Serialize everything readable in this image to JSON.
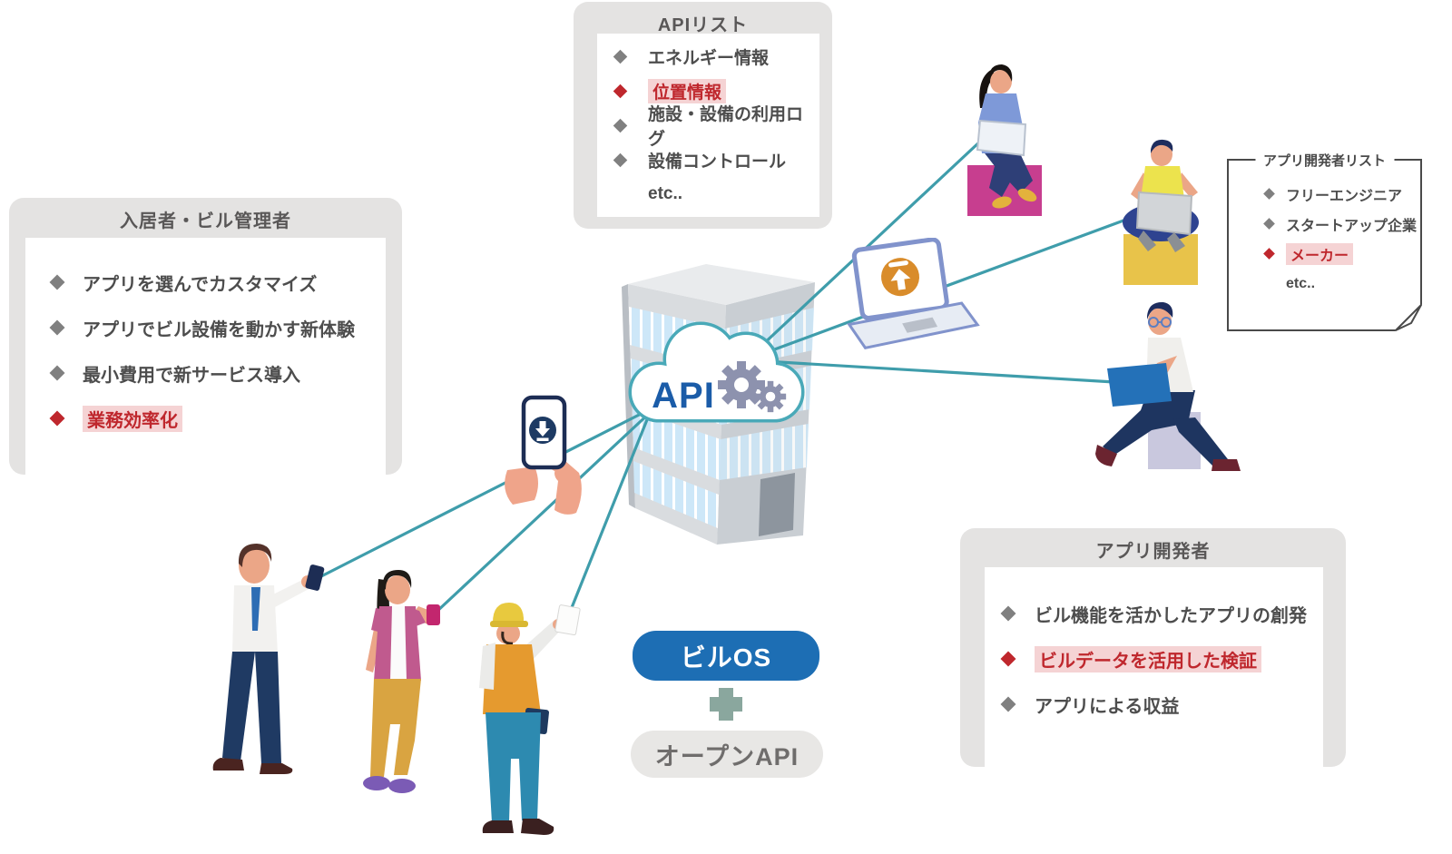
{
  "boxes": {
    "api_list": {
      "title": "APIリスト",
      "items": [
        {
          "label": "エネルギー情報",
          "highlighted": false
        },
        {
          "label": "位置情報",
          "highlighted": true
        },
        {
          "label": "施設・設備の利用ログ",
          "highlighted": false
        },
        {
          "label": "設備コントロール",
          "highlighted": false
        }
      ],
      "footer": "etc.."
    },
    "residents_managers": {
      "title": "入居者・ビル管理者",
      "items": [
        {
          "label": "アプリを選んでカスタマイズ",
          "highlighted": false
        },
        {
          "label": "アプリでビル設備を動かす新体験",
          "highlighted": false
        },
        {
          "label": "最小費用で新サービス導入",
          "highlighted": false
        },
        {
          "label": "業務効率化",
          "highlighted": true
        }
      ]
    },
    "developer_list": {
      "title": "アプリ開発者リスト",
      "items": [
        {
          "label": "フリーエンジニア",
          "highlighted": false
        },
        {
          "label": "スタートアップ企業",
          "highlighted": false
        },
        {
          "label": "メーカー",
          "highlighted": true
        }
      ],
      "footer": "etc.."
    },
    "app_developers": {
      "title": "アプリ開発者",
      "items": [
        {
          "label": "ビル機能を活かしたアプリの創発",
          "highlighted": false
        },
        {
          "label": "ビルデータを活用した検証",
          "highlighted": true
        },
        {
          "label": "アプリによる収益",
          "highlighted": false
        }
      ]
    }
  },
  "center": {
    "cloud_label": "API",
    "bill_os": "ビルOS",
    "plus": "+",
    "open_api": "オープンAPI"
  },
  "icons": {
    "cloud": "api-cloud",
    "gears": "gear-pair",
    "phone_screen": "download-arrow-circle",
    "laptop_screen": "upload-arrow-circle",
    "bullet": "diamond-bullet"
  },
  "connections": [
    {
      "from": "api-cloud",
      "to": "developer-laptop-top"
    },
    {
      "from": "api-cloud",
      "to": "developer-laptop-crosslegged"
    },
    {
      "from": "api-cloud",
      "to": "developer-laptop-glasses"
    },
    {
      "from": "api-cloud",
      "to": "businessman-phone"
    },
    {
      "from": "api-cloud",
      "to": "resident-woman-phone"
    },
    {
      "from": "api-cloud",
      "to": "worker-device"
    }
  ],
  "colors": {
    "line_teal": "#3f9dab",
    "box_gray": "#e4e3e2",
    "title_gray": "#595757",
    "item_gray": "#4d4d4d",
    "diamond_gray": "#808080",
    "highlight_red": "#bf272d",
    "highlight_bg": "#f5d3d4",
    "bill_os_blue": "#1d6eb4",
    "open_api_text": "#6f6d6c",
    "plus_green": "#8aa79e",
    "cloud_stroke": "#49a9b8",
    "api_text_blue": "#1b5ca8",
    "gear_gray": "#8d92ae",
    "upload_orange": "#d98c2b",
    "download_navy": "#1d3a63"
  }
}
